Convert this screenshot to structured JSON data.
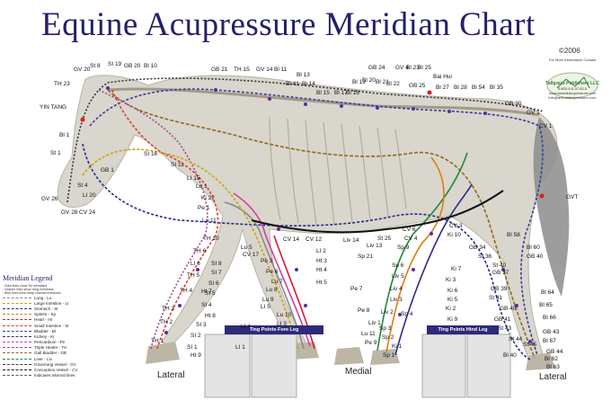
{
  "title": "Equine Acupressure Meridian Chart",
  "copyright": "©2006",
  "publisher": {
    "header": "For More Information Contact",
    "name": "Tallgrass Publishers LLC",
    "lines": [
      "3-800-9-5-37-82-5",
      "www.animalacupressure.com",
      "info@animalacupressure.com"
    ]
  },
  "view_labels": {
    "lateral_left": "Lateral",
    "medial": "Medial",
    "lateral_right": "Lateral"
  },
  "ting_fore": "Ting Points Fore Leg",
  "ting_hind": "Ting Points Hind Leg",
  "legend": {
    "title": "Meridian Legend",
    "notes": [
      "- Solid lines show Yin meridians",
      "- Dashed lines show Yang meridians",
      "- Blue lines show deep channel meridians"
    ],
    "items": [
      {
        "label": "Lung - Lu",
        "color": "#8a8a8a"
      },
      {
        "label": "Large Intestine - LI",
        "color": "#c9a400"
      },
      {
        "label": "Stomach - St",
        "color": "#1e2a8c"
      },
      {
        "label": "Spleen - Sp",
        "color": "#e07b12"
      },
      {
        "label": "Heart - Ht",
        "color": "#d8192e"
      },
      {
        "label": "Small Intestine - SI",
        "color": "#e03d2b"
      },
      {
        "label": "Bladder - Bl",
        "color": "#3b3b9c"
      },
      {
        "label": "Kidney - Ki",
        "color": "#2b2a8a"
      },
      {
        "label": "Pericardium - Pe",
        "color": "#d83aa0"
      },
      {
        "label": "Triple Heater - TH",
        "color": "#a0478e"
      },
      {
        "label": "Gall Bladder - GB",
        "color": "#8b6a1c"
      },
      {
        "label": "Liver - Liv",
        "color": "#1b8a3c"
      },
      {
        "label": "Governing Vessel - GV",
        "color": "#333333"
      },
      {
        "label": "Conception Vessel - CV",
        "color": "#111111"
      },
      {
        "label": "Indicates internal lines",
        "color": "#555555"
      }
    ]
  },
  "points": [
    {
      "t": "GV 20"
    },
    {
      "t": "St 8"
    },
    {
      "t": "SI 19"
    },
    {
      "t": "GB 20"
    },
    {
      "t": "Bl 10"
    },
    {
      "t": "TH 23"
    },
    {
      "t": "YIN TANG"
    },
    {
      "t": "Bl 1"
    },
    {
      "t": "St 1"
    },
    {
      "t": "GB 1"
    },
    {
      "t": "St 4"
    },
    {
      "t": "LI 20"
    },
    {
      "t": "GV 26"
    },
    {
      "t": "GV 28"
    },
    {
      "t": "CV 24"
    },
    {
      "t": "GB 21"
    },
    {
      "t": "TH 15"
    },
    {
      "t": "GV 14"
    },
    {
      "t": "Bl 11"
    },
    {
      "t": "Bl 13"
    },
    {
      "t": "Bl 41"
    },
    {
      "t": "Bl 14"
    },
    {
      "t": "Bl 15"
    },
    {
      "t": "Bl 17"
    },
    {
      "t": "Bl 18"
    },
    {
      "t": "Bl 19"
    },
    {
      "t": "Bl 20"
    },
    {
      "t": "Bl 21"
    },
    {
      "t": "Bl 22"
    },
    {
      "t": "GB 24"
    },
    {
      "t": "GV 4"
    },
    {
      "t": "Bl 23"
    },
    {
      "t": "Bl 25"
    },
    {
      "t": "GB 25"
    },
    {
      "t": "Bai Hui"
    },
    {
      "t": "Bl 27"
    },
    {
      "t": "Bl 28"
    },
    {
      "t": "Bl 54"
    },
    {
      "t": "Bl 35"
    },
    {
      "t": "GB 30"
    },
    {
      "t": "GV 1"
    },
    {
      "t": "CV 1"
    },
    {
      "t": "GVT"
    },
    {
      "t": "SI 16"
    },
    {
      "t": "SI 11"
    },
    {
      "t": "LI 15"
    },
    {
      "t": "Lu 1"
    },
    {
      "t": "Ki 27"
    },
    {
      "t": "Pe 1"
    },
    {
      "t": "Lu 11"
    },
    {
      "t": "TH 10"
    },
    {
      "t": "TH 6"
    },
    {
      "t": "LI 6"
    },
    {
      "t": "TH 5"
    },
    {
      "t": "TH 4"
    },
    {
      "t": "TH 3"
    },
    {
      "t": "TH 2"
    },
    {
      "t": "TH 1"
    },
    {
      "t": "SI 8"
    },
    {
      "t": "SI 7"
    },
    {
      "t": "SI 6"
    },
    {
      "t": "SI 5"
    },
    {
      "t": "SI 4"
    },
    {
      "t": "SI 3"
    },
    {
      "t": "SI 2"
    },
    {
      "t": "SI 1"
    },
    {
      "t": "Ht 7"
    },
    {
      "t": "Ht 8"
    },
    {
      "t": "Ht 9"
    },
    {
      "t": "LI 4"
    },
    {
      "t": "LI 1"
    },
    {
      "t": "Lu 5"
    },
    {
      "t": "CV 17"
    },
    {
      "t": "Pe 3"
    },
    {
      "t": "Pe 6"
    },
    {
      "t": "Lu 7"
    },
    {
      "t": "Lu 8"
    },
    {
      "t": "Lu 9"
    },
    {
      "t": "LI 5"
    },
    {
      "t": "Lu 10"
    },
    {
      "t": "LI 3"
    },
    {
      "t": "LI 2"
    },
    {
      "t": "Ht 3"
    },
    {
      "t": "Ht 4"
    },
    {
      "t": "Ht 5"
    },
    {
      "t": "Pe 7"
    },
    {
      "t": "Pe 8"
    },
    {
      "t": "Lu 11"
    },
    {
      "t": "Pe 9"
    },
    {
      "t": "CV 14"
    },
    {
      "t": "CV 12"
    },
    {
      "t": "Liv 14"
    },
    {
      "t": "Sp 21"
    },
    {
      "t": "St 25"
    },
    {
      "t": "Liv 13"
    },
    {
      "t": "CV 6"
    },
    {
      "t": "CV 4"
    },
    {
      "t": "Sp 9"
    },
    {
      "t": "Sp 6"
    },
    {
      "t": "Liv 5"
    },
    {
      "t": "Liv 4"
    },
    {
      "t": "Liv 3"
    },
    {
      "t": "Liv 2"
    },
    {
      "t": "Liv 1"
    },
    {
      "t": "Sp 3"
    },
    {
      "t": "Sp 2"
    },
    {
      "t": "Sp 1"
    },
    {
      "t": "Sp 4"
    },
    {
      "t": "Ki 1"
    },
    {
      "t": "CV 3"
    },
    {
      "t": "Ki 10"
    },
    {
      "t": "Ki 7"
    },
    {
      "t": "Ki 3"
    },
    {
      "t": "Ki 6"
    },
    {
      "t": "Ki 5"
    },
    {
      "t": "Ki 2"
    },
    {
      "t": "Ki 9"
    },
    {
      "t": "St 36"
    },
    {
      "t": "GB 34"
    },
    {
      "t": "St 40"
    },
    {
      "t": "GB 37"
    },
    {
      "t": "GB 39"
    },
    {
      "t": "St 41"
    },
    {
      "t": "GB 40"
    },
    {
      "t": "GB 41"
    },
    {
      "t": "St 43"
    },
    {
      "t": "St 44"
    },
    {
      "t": "St 45"
    },
    {
      "t": "Bl 40"
    },
    {
      "t": "Bl 58"
    },
    {
      "t": "Bl 60"
    },
    {
      "t": "GB 40"
    },
    {
      "t": "Bl 64"
    },
    {
      "t": "Bl 65"
    },
    {
      "t": "Bl 66"
    },
    {
      "t": "GB 43"
    },
    {
      "t": "Bl 67"
    },
    {
      "t": "GB 44"
    },
    {
      "t": "Bl 62"
    },
    {
      "t": "Bl 63"
    }
  ]
}
